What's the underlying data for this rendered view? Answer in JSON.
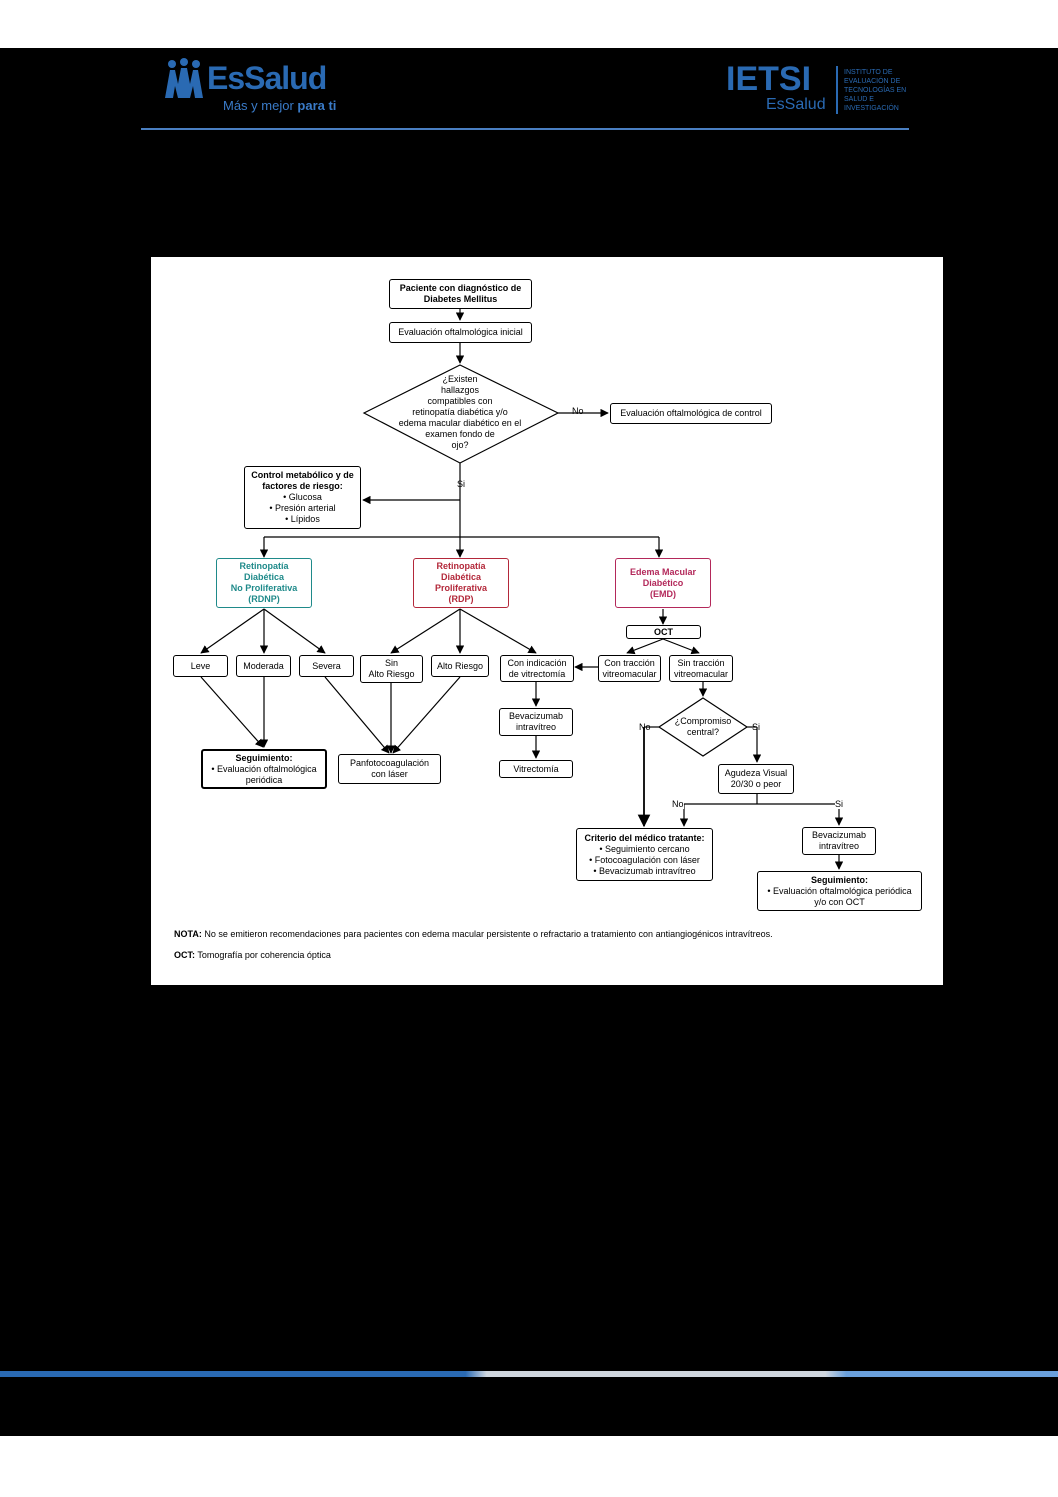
{
  "header": {
    "brand_name": "EsSalud",
    "brand_tagline_a": "Más y mejor ",
    "brand_tagline_b": "para ti",
    "ietsi": "IETSI",
    "ietsi_sub": "EsSalud",
    "ietsi_desc": "INSTITUTO DE\nEVALUACIÓN DE\nTECNOLOGÍAS EN\nSALUD E\nINVESTIGACIÓN"
  },
  "colors": {
    "brand_blue": "#2a6ab3",
    "teal": "#1f8a8a",
    "red": "#b3283a",
    "pink": "#b3285a"
  },
  "flow": {
    "start": "Paciente con diagnóstico de\nDiabetes Mellitus",
    "eval_inicial": "Evaluación oftalmológica inicial",
    "decision1": "¿Existen\nhallazgos\ncompatibles con\nretinopatía diabética y/o\nedema macular diabético en el\nexamen fondo de\nojo?",
    "no1": "No",
    "si1": "Si",
    "eval_control": "Evaluación oftalmológica de control",
    "control_metabolico": "Control metabólico y de\nfactores de riesgo:\n• Glucosa\n• Presión arterial\n• Lípidos",
    "rdnp": "Retinopatía\nDiabética\nNo Proliferativa\n(RDNP)",
    "rdp": "Retinopatía\nDiabética\nProliferativa\n(RDP)",
    "emd": "Edema Macular\nDiabético\n(EMD)",
    "oct": "OCT",
    "leve": "Leve",
    "moderada": "Moderada",
    "severa": "Severa",
    "sin_alto_riesgo": "Sin\nAlto Riesgo",
    "alto_riesgo": "Alto Riesgo",
    "con_indicacion": "Con indicación\nde vitrectomía",
    "con_traccion": "Con tracción\nvitreomacular",
    "sin_traccion": "Sin tracción\nvitreomacular",
    "seguimiento1": "Seguimiento:\n• Evaluación oftalmológica\nperiódica",
    "panfoto": "Panfotocoagulación\ncon láser",
    "bevacizumab1": "Bevacizumab\nintravítreo",
    "vitrectomia": "Vitrectomía",
    "decision2": "¿Compromiso\ncentral?",
    "no2": "No",
    "si2": "Si",
    "agudeza": "Agudeza Visual\n20/30 o peor",
    "no3": "No",
    "si3": "Si",
    "criterio": "Criterio del médico tratante:\n• Seguimiento cercano\n• Fotocoagulación con láser\n• Bevacizumab intravítreo",
    "bevacizumab2": "Bevacizumab\nintravítreo",
    "seguimiento2": "Seguimiento:\n• Evaluación oftalmológica periódica\ny/o con OCT",
    "nota_label": "NOTA:",
    "nota_text": " No se emitieron recomendaciones para pacientes con edema macular persistente o refractario a tratamiento con antiangiogénicos intravítreos.",
    "oct_label": "OCT:",
    "oct_text": " Tomografía por coherencia óptica"
  }
}
